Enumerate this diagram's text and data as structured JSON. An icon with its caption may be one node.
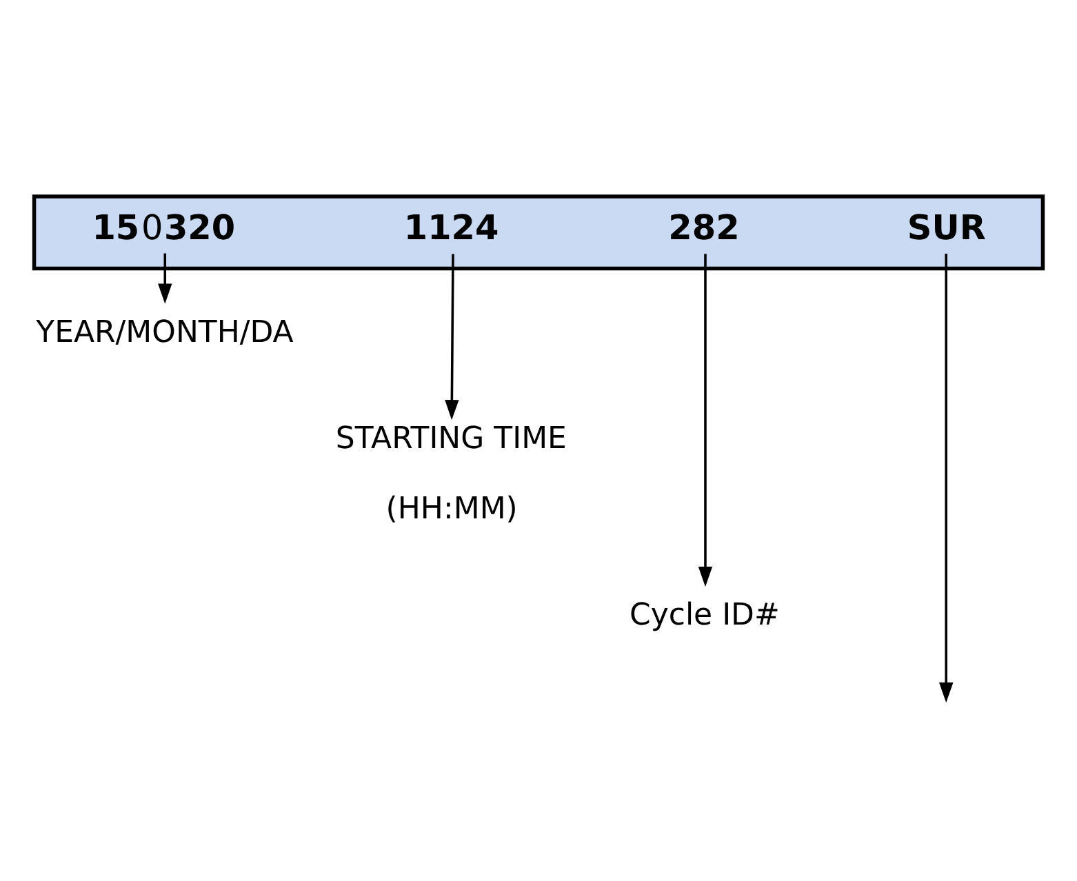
{
  "diagram": {
    "nodes": [
      {
        "text": [],
        "shape": "bar"
      },
      {
        "text": [
          "**15**0**320**"
        ],
        "in": 0
      },
      {
        "text": [
          "1124"
        ],
        "in": 0
      },
      {
        "text": [
          "282"
        ],
        "in": 0
      },
      {
        "text": [
          "SUR"
        ],
        "in": 0
      },
      {
        "text": [
          "YEAR/MONTH/DA"
        ]
      },
      {
        "text": [
          "STARTING TIME",
          "(HH:MM)"
        ]
      },
      {
        "text": [
          "Cycle ID#"
        ]
      }
    ],
    "edges": [
      {
        "from": 1,
        "to": 5,
        "arrow": "to"
      },
      {
        "from": 2,
        "to": 6,
        "arrow": "to"
      },
      {
        "from": 3,
        "to": 7,
        "arrow": "to"
      },
      {
        "from": 4,
        "to": null,
        "arrow": "to"
      }
    ]
  }
}
